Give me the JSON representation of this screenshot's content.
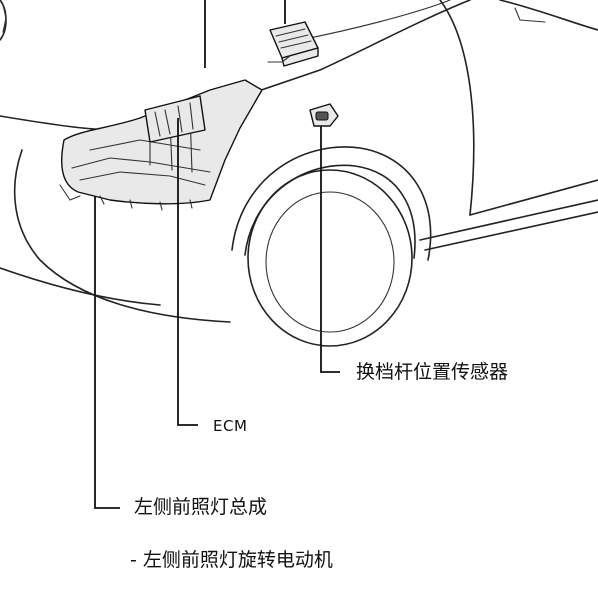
{
  "labels": {
    "shift_sensor": "换档杆位置传感器",
    "ecm": "ECM",
    "headlamp_assembly": "左侧前照灯总成",
    "swivel_motor": "- 左侧前照灯旋转电动机"
  }
}
